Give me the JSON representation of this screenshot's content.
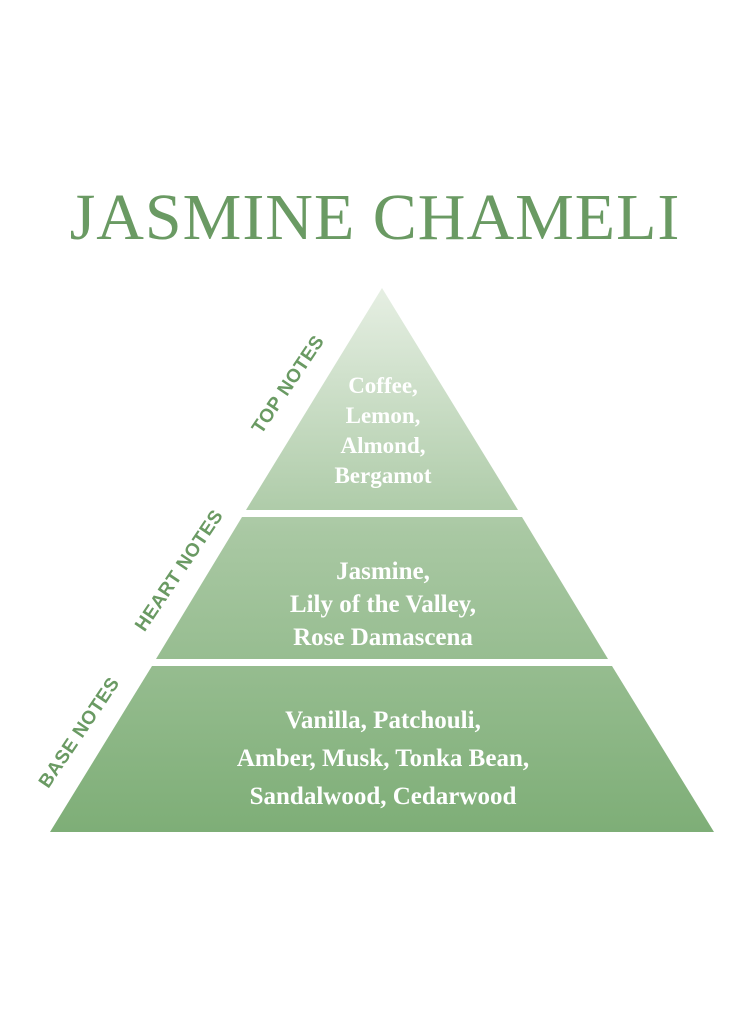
{
  "title": "JASMINE CHAMELI",
  "colors": {
    "title": "#6a9a63",
    "label": "#6a9a63",
    "tier_light": "#e6efe3",
    "tier_mid": "#a9c8a3",
    "tier_dark": "#7eae77"
  },
  "tiers": {
    "top": {
      "label": "TOP NOTES",
      "lines": [
        "Coffee,",
        "Lemon,",
        "Almond,",
        "Bergamot"
      ]
    },
    "heart": {
      "label": "HEART NOTES",
      "lines": [
        "Jasmine,",
        "Lily of the Valley,",
        "Rose Damascena"
      ]
    },
    "base": {
      "label": "BASE NOTES",
      "lines": [
        "Vanilla, Patchouli,",
        "Amber, Musk, Tonka Bean,",
        "Sandalwood, Cedarwood"
      ]
    }
  }
}
